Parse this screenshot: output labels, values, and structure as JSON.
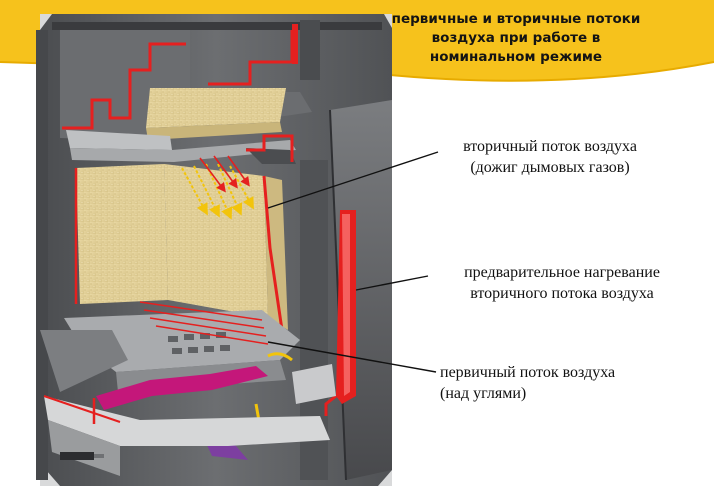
{
  "header": {
    "line1": "первичные и вторичные потоки",
    "line2": "воздуха при работе в",
    "line3": "номинальном режиме"
  },
  "callouts": {
    "secondary_air": {
      "line1": "вторичный поток воздуха",
      "line2": "(дожиг дымовых газов)"
    },
    "preheat": {
      "line1": "предварительное нагревание",
      "line2": "вторичного потока воздуха"
    },
    "primary_air": {
      "line1": "первичный поток воздуха",
      "line2": "(над углями)"
    }
  },
  "colors": {
    "header_yellow": "#f6c21c",
    "steel": "#5d5f62",
    "steel_light": "#8b8d90",
    "steel_dark": "#3c3e41",
    "vermiculite": "#e2d29b",
    "heat_red": "#e5201f",
    "primary_air_magenta": "#c4177a",
    "secondary_air_yellow": "#f2c40c",
    "leader_line": "#111111"
  }
}
